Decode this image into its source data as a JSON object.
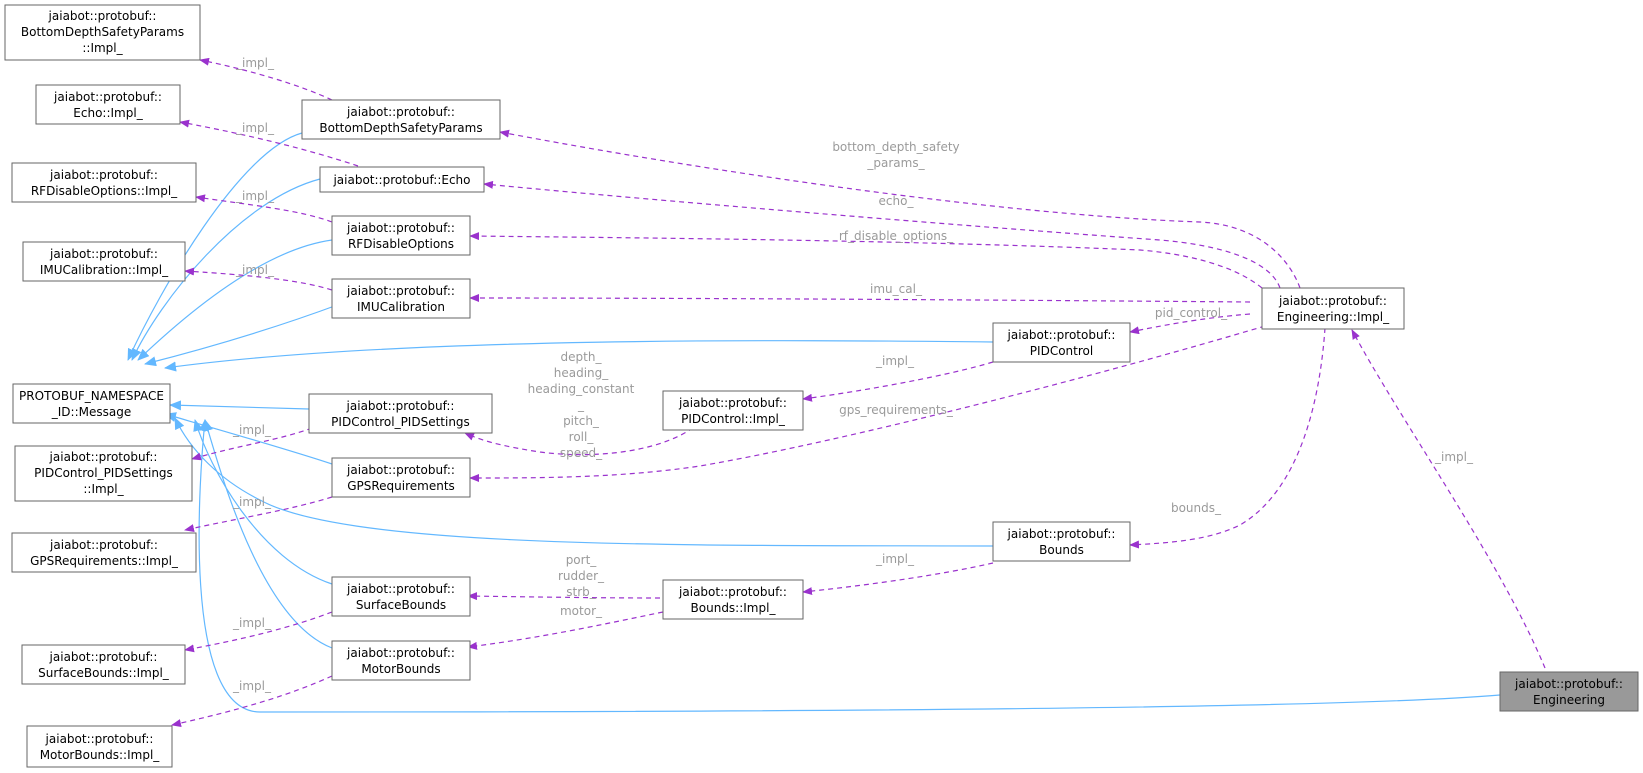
{
  "diagram": {
    "nodes": [
      {
        "id": "n_bdsp_impl",
        "lines": [
          "jaiabot::protobuf::",
          "BottomDepthSafetyParams",
          "::Impl_"
        ]
      },
      {
        "id": "n_echo_impl",
        "lines": [
          "jaiabot::protobuf::",
          "Echo::Impl_"
        ]
      },
      {
        "id": "n_rfd_impl",
        "lines": [
          "jaiabot::protobuf::",
          "RFDisableOptions::Impl_"
        ]
      },
      {
        "id": "n_imu_impl",
        "lines": [
          "jaiabot::protobuf::",
          "IMUCalibration::Impl_"
        ]
      },
      {
        "id": "n_message",
        "lines": [
          "PROTOBUF_NAMESPACE",
          "_ID::Message"
        ]
      },
      {
        "id": "n_pidset_impl",
        "lines": [
          "jaiabot::protobuf::",
          "PIDControl_PIDSettings",
          "::Impl_"
        ]
      },
      {
        "id": "n_gps_impl",
        "lines": [
          "jaiabot::protobuf::",
          "GPSRequirements::Impl_"
        ]
      },
      {
        "id": "n_sb_impl",
        "lines": [
          "jaiabot::protobuf::",
          "SurfaceBounds::Impl_"
        ]
      },
      {
        "id": "n_mb_impl",
        "lines": [
          "jaiabot::protobuf::",
          "MotorBounds::Impl_"
        ]
      },
      {
        "id": "n_bdsp",
        "lines": [
          "jaiabot::protobuf::",
          "BottomDepthSafetyParams"
        ]
      },
      {
        "id": "n_echo",
        "lines": [
          "jaiabot::protobuf::Echo"
        ]
      },
      {
        "id": "n_rfd",
        "lines": [
          "jaiabot::protobuf::",
          "RFDisableOptions"
        ]
      },
      {
        "id": "n_imu",
        "lines": [
          "jaiabot::protobuf::",
          "IMUCalibration"
        ]
      },
      {
        "id": "n_pidset",
        "lines": [
          "jaiabot::protobuf::",
          "PIDControl_PIDSettings"
        ]
      },
      {
        "id": "n_gps",
        "lines": [
          "jaiabot::protobuf::",
          "GPSRequirements"
        ]
      },
      {
        "id": "n_sb",
        "lines": [
          "jaiabot::protobuf::",
          "SurfaceBounds"
        ]
      },
      {
        "id": "n_mb",
        "lines": [
          "jaiabot::protobuf::",
          "MotorBounds"
        ]
      },
      {
        "id": "n_pid_impl",
        "lines": [
          "jaiabot::protobuf::",
          "PIDControl::Impl_"
        ]
      },
      {
        "id": "n_bounds_impl",
        "lines": [
          "jaiabot::protobuf::",
          "Bounds::Impl_"
        ]
      },
      {
        "id": "n_pid",
        "lines": [
          "jaiabot::protobuf::",
          "PIDControl"
        ]
      },
      {
        "id": "n_bounds",
        "lines": [
          "jaiabot::protobuf::",
          "Bounds"
        ]
      },
      {
        "id": "n_eng_impl",
        "lines": [
          "jaiabot::protobuf::",
          "Engineering::Impl_"
        ]
      },
      {
        "id": "n_eng",
        "lines": [
          "jaiabot::protobuf::",
          "Engineering"
        ]
      }
    ],
    "edge_labels": [
      {
        "id": "l_bdsp_impl",
        "lines": [
          "_impl_"
        ]
      },
      {
        "id": "l_echo_impl",
        "lines": [
          "_impl_"
        ]
      },
      {
        "id": "l_rfd_impl",
        "lines": [
          "_impl_"
        ]
      },
      {
        "id": "l_imu_impl",
        "lines": [
          "_impl_"
        ]
      },
      {
        "id": "l_pidset_impl",
        "lines": [
          "_impl_"
        ]
      },
      {
        "id": "l_gps_impl",
        "lines": [
          "_impl_"
        ]
      },
      {
        "id": "l_sb_impl",
        "lines": [
          "_impl_"
        ]
      },
      {
        "id": "l_mb_impl",
        "lines": [
          "_impl_"
        ]
      },
      {
        "id": "l_bdsp",
        "lines": [
          "bottom_depth_safety",
          "_params_"
        ]
      },
      {
        "id": "l_echo",
        "lines": [
          "echo_"
        ]
      },
      {
        "id": "l_rfd",
        "lines": [
          "rf_disable_options_"
        ]
      },
      {
        "id": "l_imu",
        "lines": [
          "imu_cal_"
        ]
      },
      {
        "id": "l_pidc",
        "lines": [
          "pid_control_"
        ]
      },
      {
        "id": "l_gpsreq",
        "lines": [
          "gps_requirements_"
        ]
      },
      {
        "id": "l_bounds",
        "lines": [
          "bounds_"
        ]
      },
      {
        "id": "l_eng_impl",
        "lines": [
          "_impl_"
        ]
      },
      {
        "id": "l_pid_impl",
        "lines": [
          "_impl_"
        ]
      },
      {
        "id": "l_bounds_impl",
        "lines": [
          "_impl_"
        ]
      },
      {
        "id": "l_pidset_fields",
        "lines": [
          "depth_",
          "heading_",
          "heading_constant",
          "_",
          "pitch_",
          "roll_",
          "speed_"
        ]
      },
      {
        "id": "l_sb_fields",
        "lines": [
          "port_",
          "rudder_",
          "strb_"
        ]
      },
      {
        "id": "l_mb_fields",
        "lines": [
          "motor_"
        ]
      }
    ]
  }
}
